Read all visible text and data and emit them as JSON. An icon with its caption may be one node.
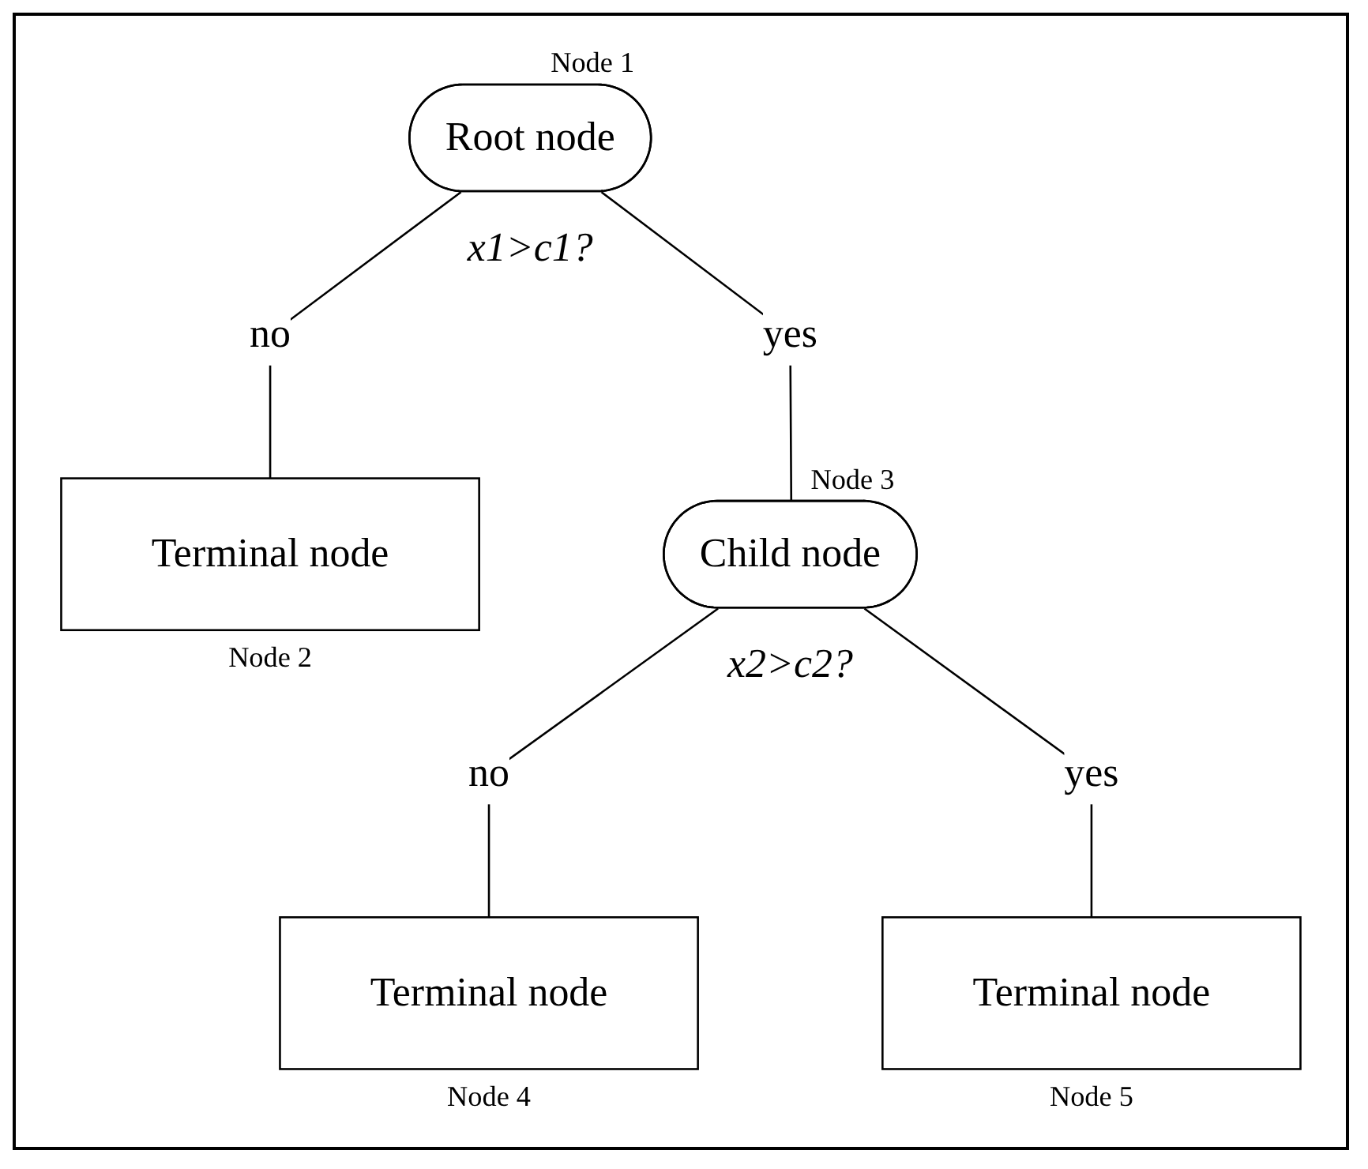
{
  "diagram": {
    "nodes": [
      {
        "text": [
          "Root node"
        ],
        "beside": [
          "Node 1",
          "x1>c1?"
        ]
      },
      {
        "text": [
          "Terminal node"
        ],
        "beside": [
          "Node 2"
        ]
      },
      {
        "text": [
          "Child node"
        ],
        "beside": [
          "Node 3",
          "x2>c2?"
        ]
      },
      {
        "text": [
          "Terminal node"
        ],
        "beside": [
          "Node 4"
        ]
      },
      {
        "text": [
          "Terminal node"
        ],
        "beside": [
          "Node 5"
        ]
      }
    ],
    "edges": [
      {
        "from": 0,
        "to": 1,
        "arrow": "none",
        "label": "no"
      },
      {
        "from": 0,
        "to": 2,
        "arrow": "none",
        "label": "yes"
      },
      {
        "from": 2,
        "to": 3,
        "arrow": "none",
        "label": "no"
      },
      {
        "from": 2,
        "to": 4,
        "arrow": "none",
        "label": "yes"
      }
    ]
  }
}
